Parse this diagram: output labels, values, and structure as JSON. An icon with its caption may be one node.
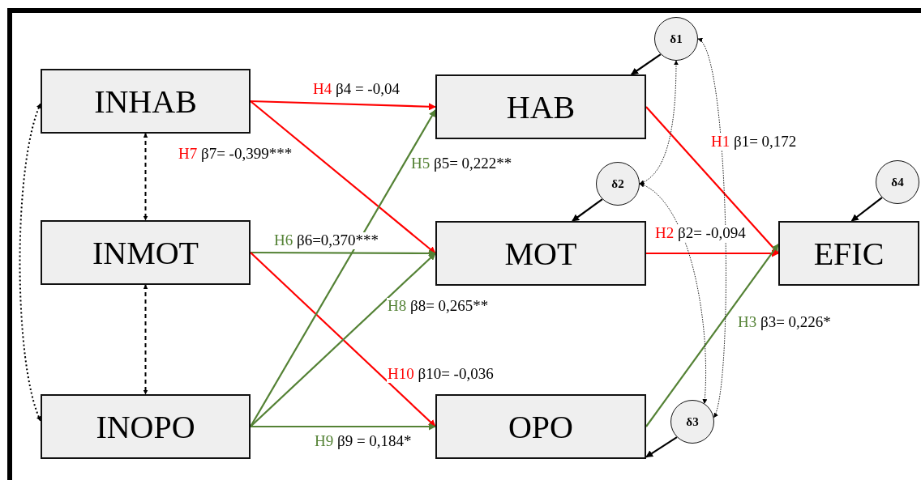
{
  "diagram": {
    "nodes": [
      {
        "text": [
          "INHAB"
        ]
      },
      {
        "text": [
          "INMOT"
        ]
      },
      {
        "text": [
          "INOPO"
        ]
      },
      {
        "text": [
          "HAB"
        ]
      },
      {
        "text": [
          "MOT"
        ]
      },
      {
        "text": [
          "OPO"
        ]
      },
      {
        "text": [
          "EFIC"
        ]
      },
      {
        "text": [
          "δ1"
        ]
      },
      {
        "text": [
          "δ2"
        ]
      },
      {
        "text": [
          "δ3"
        ]
      },
      {
        "text": [
          "δ4"
        ]
      }
    ],
    "edges": [
      {
        "from": 0,
        "to": 3,
        "arrow": "to",
        "label": "H4 β4 = -0,04",
        "color": "#ff0000"
      },
      {
        "from": 0,
        "to": 4,
        "arrow": "to",
        "label": "H7 β7= -0,399***",
        "color": "#ff0000"
      },
      {
        "from": 1,
        "to": 4,
        "arrow": "to",
        "label": "H6 β6=0,370***",
        "color": "#548235"
      },
      {
        "from": 1,
        "to": 5,
        "arrow": "to",
        "label": "H10 β10= -0,036",
        "color": "#ff0000"
      },
      {
        "from": 2,
        "to": 3,
        "arrow": "to",
        "label": "H5 β5= 0,222**",
        "color": "#548235"
      },
      {
        "from": 2,
        "to": 4,
        "arrow": "to",
        "label": "H8 β8= 0,265**",
        "color": "#548235"
      },
      {
        "from": 2,
        "to": 5,
        "arrow": "to",
        "label": "H9 β9 = 0,184*",
        "color": "#548235"
      },
      {
        "from": 3,
        "to": 6,
        "arrow": "to",
        "label": "H1 β1= 0,172",
        "color": "#ff0000"
      },
      {
        "from": 4,
        "to": 6,
        "arrow": "to",
        "label": "H2 β2= -0,094",
        "color": "#ff0000"
      },
      {
        "from": 5,
        "to": 6,
        "arrow": "to",
        "label": "H3 β3= 0,226*",
        "color": "#548235"
      },
      {
        "from": 0,
        "to": 1,
        "arrow": "both",
        "style": "dashed"
      },
      {
        "from": 1,
        "to": 2,
        "arrow": "both",
        "style": "dashed"
      },
      {
        "from": 0,
        "to": 2,
        "arrow": "both",
        "style": "dashed"
      },
      {
        "from": 7,
        "to": 3,
        "arrow": "to"
      },
      {
        "from": 8,
        "to": 4,
        "arrow": "to"
      },
      {
        "from": 9,
        "to": 5,
        "arrow": "to"
      },
      {
        "from": 10,
        "to": 6,
        "arrow": "to"
      },
      {
        "from": 7,
        "to": 8,
        "arrow": "both",
        "style": "dashed"
      },
      {
        "from": 7,
        "to": 9,
        "arrow": "both",
        "style": "dashed"
      },
      {
        "from": 8,
        "to": 9,
        "arrow": "both",
        "style": "dashed"
      }
    ]
  }
}
